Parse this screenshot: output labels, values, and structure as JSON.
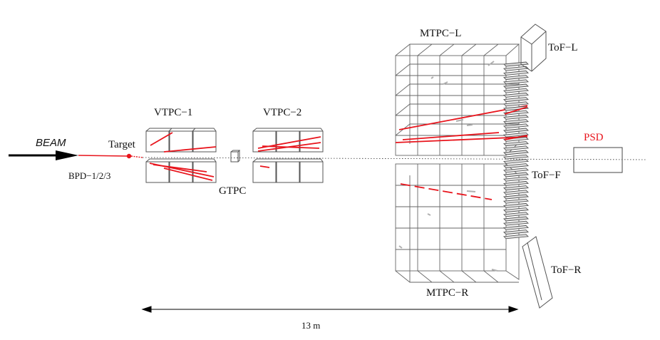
{
  "labels": {
    "beam": "BEAM",
    "bpd": "BPD−1/2/3",
    "target": "Target",
    "vtpc1": "VTPC−1",
    "vtpc2": "VTPC−2",
    "gtpc": "GTPC",
    "mtpcL": "MTPC−L",
    "mtpcR": "MTPC−R",
    "tofL": "ToF−L",
    "tofF": "ToF−F",
    "tofR": "ToF−R",
    "psd": "PSD",
    "scale": "13 m"
  },
  "colors": {
    "track": "#e8141c",
    "detector": "#555555",
    "psd": "#e8141c",
    "hits": "#b0b0b0"
  },
  "icons": {
    "beam": "arrow-right-icon",
    "scale": "double-arrow-icon"
  }
}
